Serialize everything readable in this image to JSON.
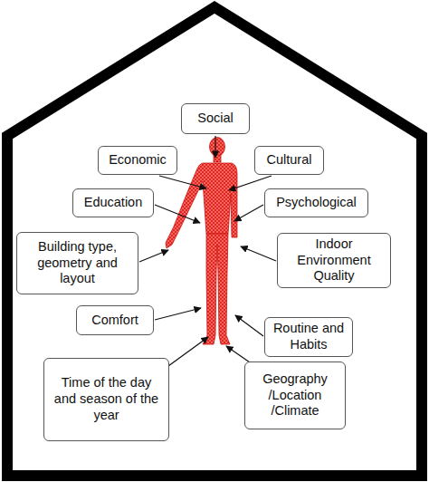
{
  "diagram": {
    "nodes": [
      {
        "text": [
          "Social"
        ]
      },
      {
        "text": [
          "Economic"
        ]
      },
      {
        "text": [
          "Cultural"
        ]
      },
      {
        "text": [
          "Education"
        ]
      },
      {
        "text": [
          "Psychological"
        ]
      },
      {
        "text": [
          "Building type, geometry and layout"
        ]
      },
      {
        "text": [
          "Indoor Environment Quality"
        ]
      },
      {
        "text": [
          "Comfort"
        ]
      },
      {
        "text": [
          "Routine and Habits"
        ]
      },
      {
        "text": [
          "Time of the day and season of the year"
        ]
      },
      {
        "text": [
          "Geography /Location /Climate"
        ]
      }
    ]
  }
}
